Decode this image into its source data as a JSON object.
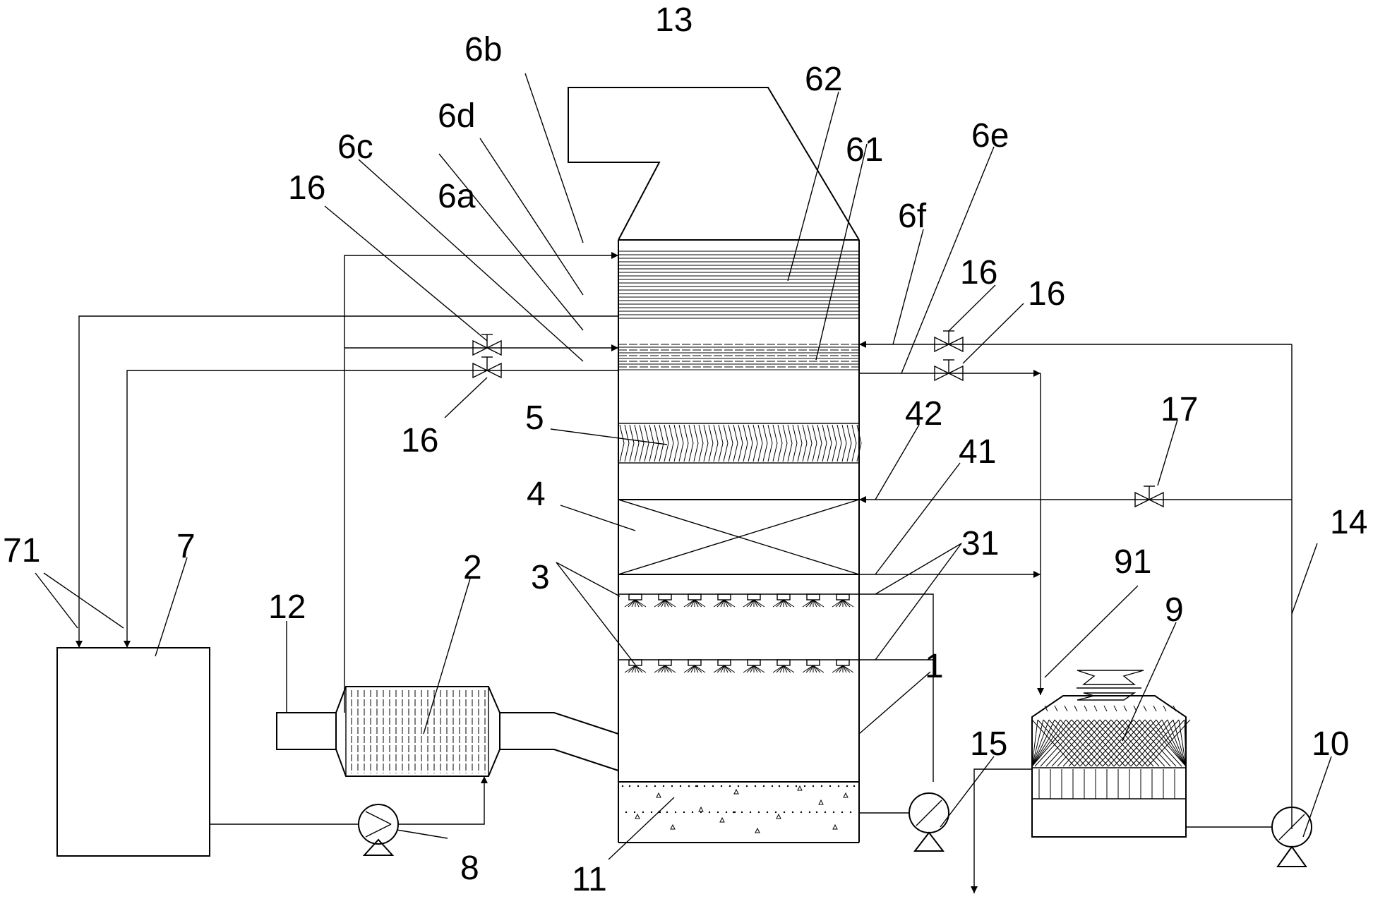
{
  "labels": {
    "l13": "13",
    "l6b": "6b",
    "l62": "62",
    "l6d": "6d",
    "l61": "61",
    "l6e": "6e",
    "l6c": "6c",
    "l16a": "16",
    "l6a": "6a",
    "l6f": "6f",
    "l16b": "16",
    "l16c": "16",
    "l16d": "16",
    "l5": "5",
    "l42": "42",
    "l17": "17",
    "l41": "41",
    "l4": "4",
    "l14": "14",
    "l71": "71",
    "l7": "7",
    "l31": "31",
    "l2": "2",
    "l91": "91",
    "l3": "3",
    "l12": "12",
    "l9": "9",
    "l1": "1",
    "l15": "15",
    "l10": "10",
    "l8": "8",
    "l11": "11"
  }
}
